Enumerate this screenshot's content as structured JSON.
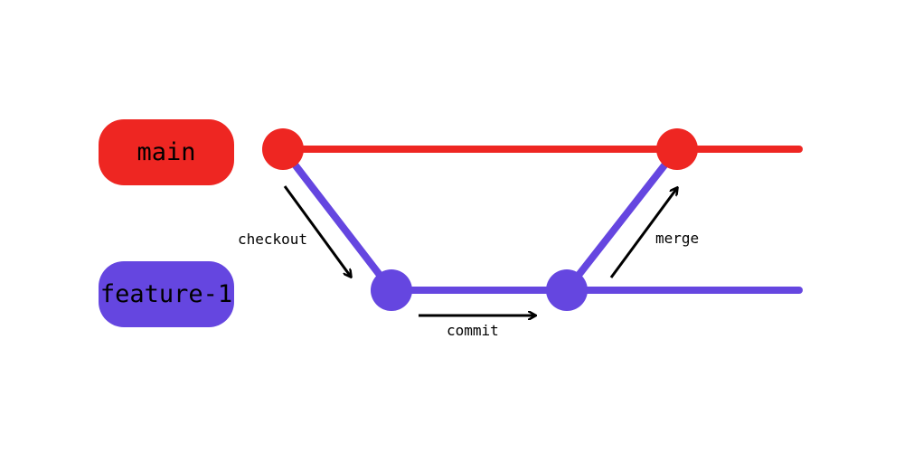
{
  "branches": [
    {
      "id": "main",
      "label": "main",
      "color": "#ee2622"
    },
    {
      "id": "feature",
      "label": "feature-1",
      "color": "#6546e0"
    }
  ],
  "actions": {
    "checkout": "checkout",
    "commit": "commit",
    "merge": "merge"
  },
  "commit_count": 4
}
